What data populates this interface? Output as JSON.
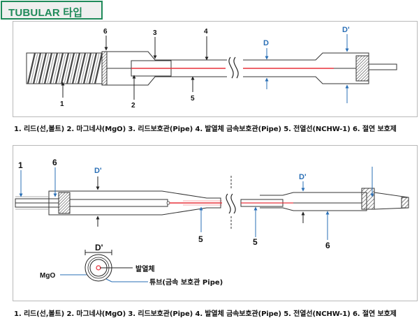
{
  "title": "TUBULAR 타입",
  "diagram1": {
    "labels": {
      "n1": "1",
      "n2": "2",
      "n3": "3",
      "n4": "4",
      "n5": "5",
      "n6": "6",
      "d": "D",
      "d_prime": "D'"
    }
  },
  "caption1": "1. 리드(선,볼트)  2. 마그네샤(MgO)  3. 리드보호관(Pipe)  4. 발열체 금속보호관(Pipe)  5. 전열선(NCHW-1)  6. 절연 보호제",
  "diagram2": {
    "labels": {
      "n1": "1",
      "n5a": "5",
      "n5b": "5",
      "n6a": "6",
      "n6b": "6",
      "d_prime_a": "D'",
      "d_prime_b": "D'",
      "d_prime_c": "D'"
    },
    "cross_section": {
      "mgo": "MgO",
      "heater": "발열체",
      "tube": "튜브(금속 보호관 Pipe)"
    }
  },
  "caption2": "1. 리드(선,볼트)  2. 마그네샤(MgO)  3. 리드보호관(Pipe)  4. 발열체 금속보호관(Pipe)  5. 전열선(NCHW-1)  6. 절연 보호제",
  "colors": {
    "accent_green": "#1f8a5a",
    "wire_red": "#e8303a",
    "arrow_blue": "#2a6fb6",
    "line_dark": "#222222"
  }
}
